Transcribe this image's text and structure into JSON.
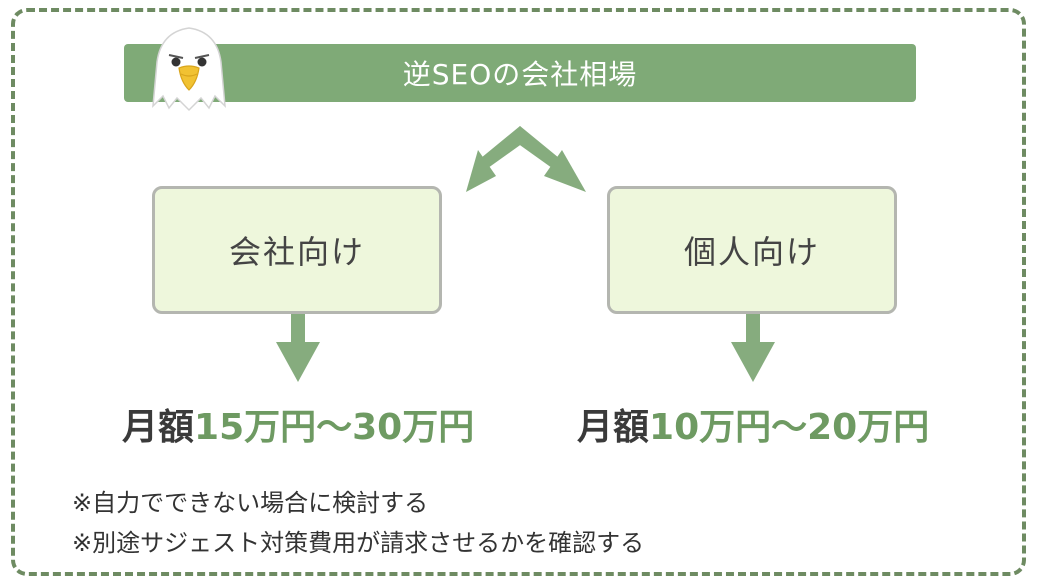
{
  "header": {
    "title": "逆SEOの会社相場"
  },
  "categories": [
    {
      "label": "会社向け",
      "price_prefix": "月額",
      "price_value": "15万円〜30万円"
    },
    {
      "label": "個人向け",
      "price_prefix": "月額",
      "price_value": "10万円〜20万円"
    }
  ],
  "notes": [
    "※自力でできない場合に検討する",
    "※別途サジェスト対策費用が請求させるかを確認する"
  ],
  "colors": {
    "border": "#6e8b62",
    "title_bar": "#7faa77",
    "arrow": "#86ac7e",
    "box_fill": "#eef7dc",
    "price_accent": "#6e9a62"
  },
  "icons": {
    "mascot": "eagle-icon"
  }
}
